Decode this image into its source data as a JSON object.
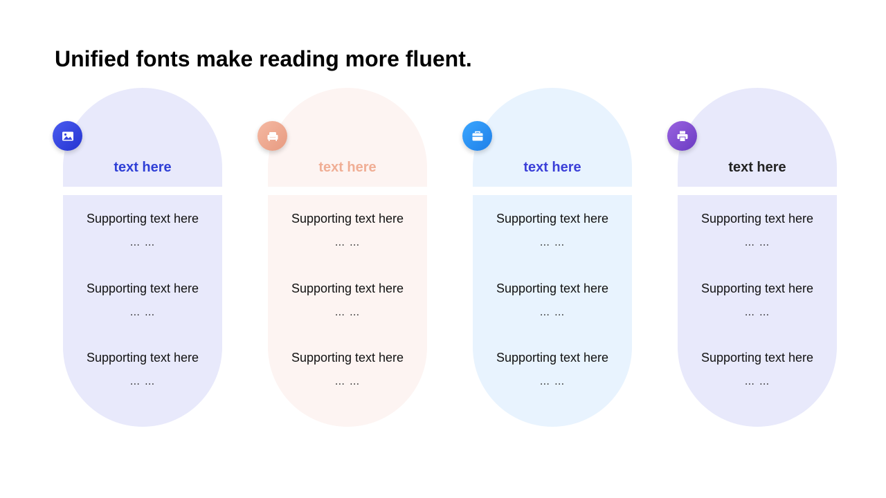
{
  "title": "Unified fonts make reading more fluent.",
  "cards": [
    {
      "heading": "text here",
      "icon": "image-icon",
      "colors": {
        "bg": "#e8e9fb",
        "heading": "#2f3fd6",
        "icon_from": "#4a5cf0",
        "icon_to": "#2433d0"
      },
      "items": [
        {
          "text": "Supporting text here",
          "dots": "… …"
        },
        {
          "text": "Supporting text here",
          "dots": "… …"
        },
        {
          "text": "Supporting text here",
          "dots": "… …"
        }
      ]
    },
    {
      "heading": "text here",
      "icon": "armchair-icon",
      "colors": {
        "bg": "#fdf4f2",
        "heading": "#f0ae95",
        "icon_from": "#f5b9a3",
        "icon_to": "#e79a80"
      },
      "items": [
        {
          "text": "Supporting text here",
          "dots": "… …"
        },
        {
          "text": "Supporting text here",
          "dots": "… …"
        },
        {
          "text": "Supporting text here",
          "dots": "… …"
        }
      ]
    },
    {
      "heading": "text here",
      "icon": "briefcase-icon",
      "colors": {
        "bg": "#e8f3fe",
        "heading": "#3b3fd8",
        "icon_from": "#3aa6ff",
        "icon_to": "#1f7fe8"
      },
      "items": [
        {
          "text": "Supporting text here",
          "dots": "… …"
        },
        {
          "text": "Supporting text here",
          "dots": "… …"
        },
        {
          "text": "Supporting text here",
          "dots": "… …"
        }
      ]
    },
    {
      "heading": "text here",
      "icon": "printer-icon",
      "colors": {
        "bg": "#e8e9fb",
        "heading": "#222222",
        "icon_from": "#9a63e0",
        "icon_to": "#6a3bc2"
      },
      "items": [
        {
          "text": "Supporting text here",
          "dots": "… …"
        },
        {
          "text": "Supporting text here",
          "dots": "… …"
        },
        {
          "text": "Supporting text here",
          "dots": "… …"
        }
      ]
    }
  ]
}
